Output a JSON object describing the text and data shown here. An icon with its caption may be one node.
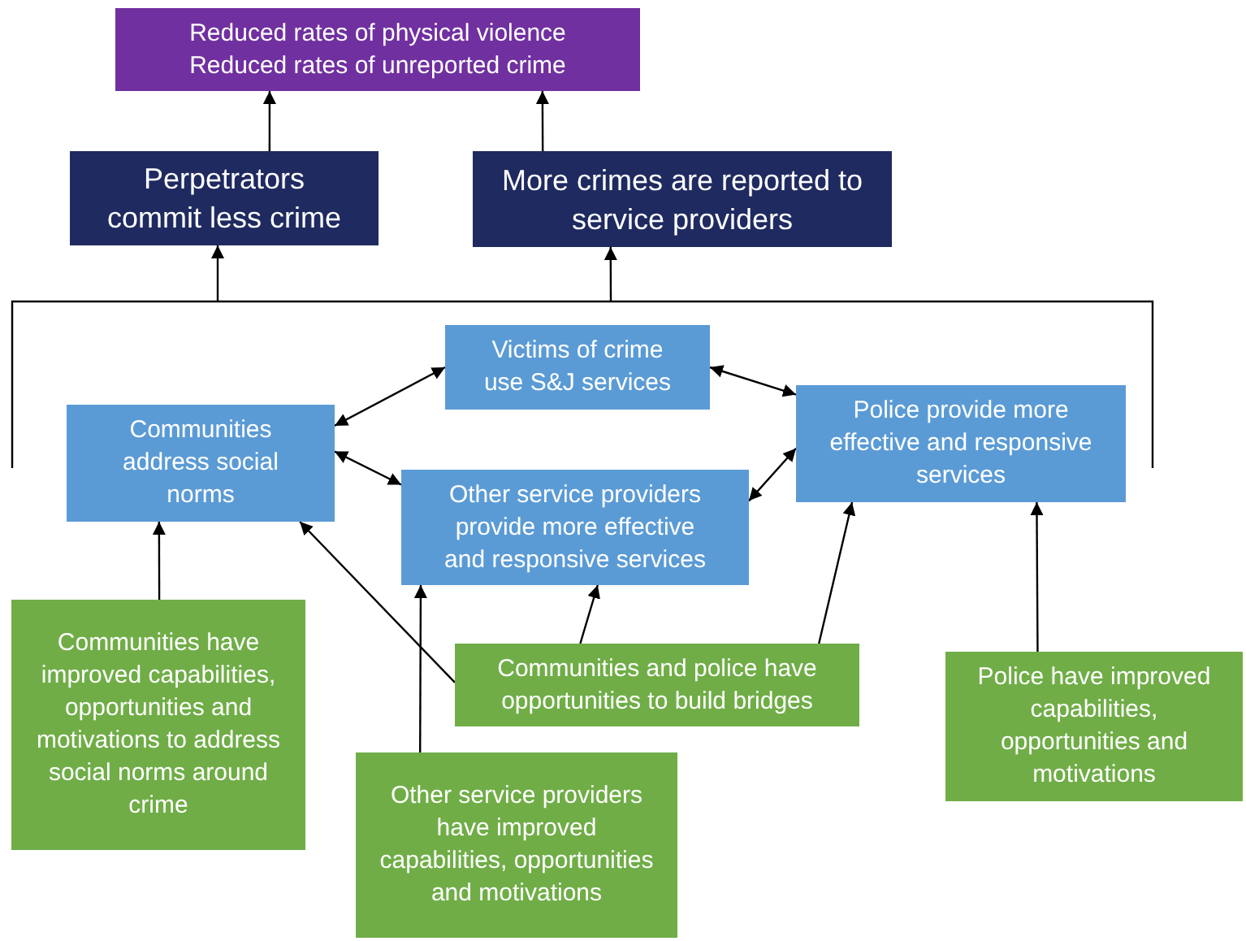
{
  "diagram": {
    "nodes": [
      {
        "text": [
          "Reduced rates of physical violence",
          "Reduced rates of unreported crime"
        ]
      },
      {
        "text": [
          "Perpetrators commit less crime"
        ]
      },
      {
        "text": [
          "More crimes are reported to service providers"
        ]
      },
      {
        "text": [
          "Victims of crime use S&J services"
        ]
      },
      {
        "text": [
          "Communities address social norms"
        ]
      },
      {
        "text": [
          "Other service providers provide more effective and responsive services"
        ]
      },
      {
        "text": [
          "Police provide more effective and responsive services"
        ]
      },
      {
        "text": [
          "Communities have improved capabilities, opportunities and motivations to address social norms around crime"
        ]
      },
      {
        "text": [
          "Communities and police have opportunities to build bridges"
        ]
      },
      {
        "text": [
          "Other service providers have improved capabilities, opportunities and motivations"
        ]
      },
      {
        "text": [
          "Police have improved capabilities, opportunities and motivations"
        ]
      }
    ],
    "edges": [
      {
        "from": 1,
        "to": 0,
        "arrow": "to"
      },
      {
        "from": 2,
        "to": 0,
        "arrow": "to"
      },
      {
        "from": null,
        "to": 1,
        "arrow": "to"
      },
      {
        "from": null,
        "to": 2,
        "arrow": "to"
      },
      {
        "from": 3,
        "to": 4,
        "arrow": "both"
      },
      {
        "from": 3,
        "to": 6,
        "arrow": "both"
      },
      {
        "from": 4,
        "to": 5,
        "arrow": "both"
      },
      {
        "from": 5,
        "to": 6,
        "arrow": "both"
      },
      {
        "from": 7,
        "to": 4,
        "arrow": "to"
      },
      {
        "from": 8,
        "to": 4,
        "arrow": "to"
      },
      {
        "from": 8,
        "to": 5,
        "arrow": "to"
      },
      {
        "from": 8,
        "to": 6,
        "arrow": "to"
      },
      {
        "from": 9,
        "to": 5,
        "arrow": "to"
      },
      {
        "from": 10,
        "to": 6,
        "arrow": "to"
      }
    ]
  }
}
